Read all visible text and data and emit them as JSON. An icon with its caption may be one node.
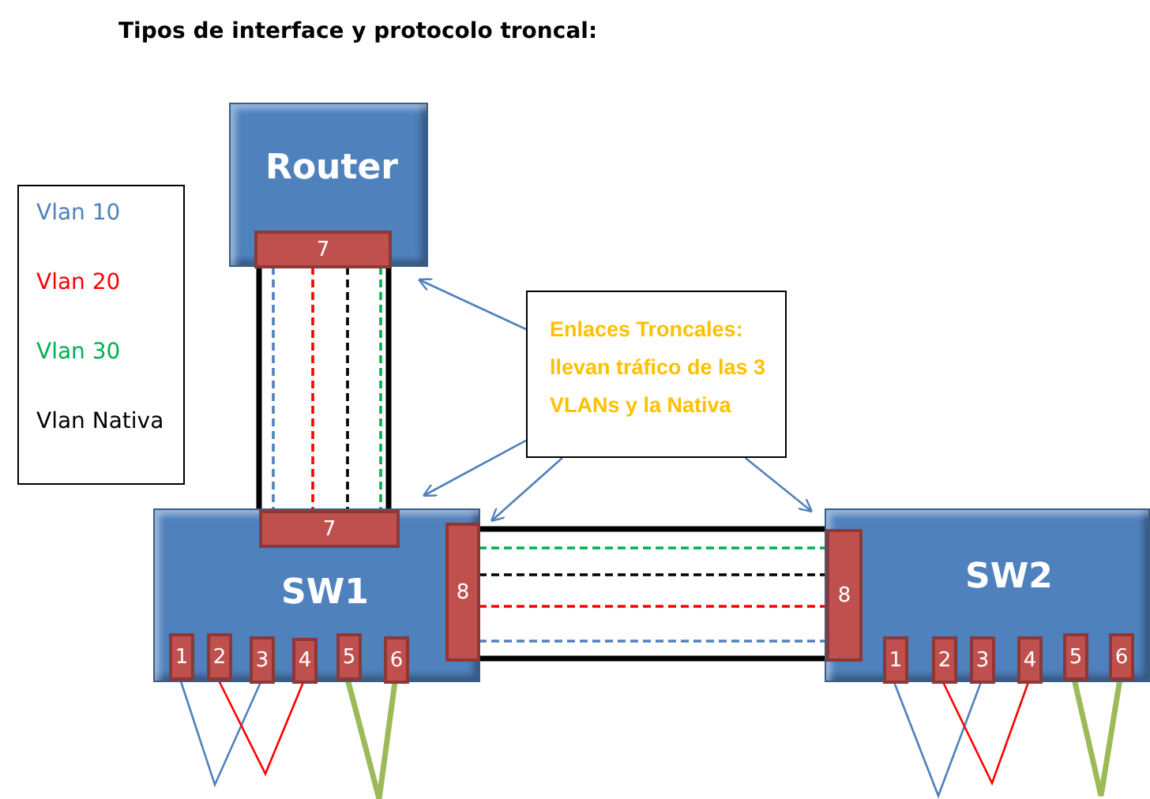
{
  "diagram": {
    "title": "Tipos de interface y protocolo troncal:",
    "nodes": [
      {
        "text": [
          "Router"
        ]
      },
      {
        "text": [
          "7"
        ],
        "in": 0
      },
      {
        "text": [
          "SW1"
        ]
      },
      {
        "text": [
          "7"
        ],
        "in": 2
      },
      {
        "text": [
          "8"
        ],
        "in": 2
      },
      {
        "text": [
          "1"
        ],
        "in": 2
      },
      {
        "text": [
          "2"
        ],
        "in": 2
      },
      {
        "text": [
          "3"
        ],
        "in": 2
      },
      {
        "text": [
          "4"
        ],
        "in": 2
      },
      {
        "text": [
          "5"
        ],
        "in": 2
      },
      {
        "text": [
          "6"
        ],
        "in": 2
      },
      {
        "text": [
          "SW2"
        ]
      },
      {
        "text": [
          "8"
        ],
        "in": 11
      },
      {
        "text": [
          "1"
        ],
        "in": 11
      },
      {
        "text": [
          "2"
        ],
        "in": 11
      },
      {
        "text": [
          "3"
        ],
        "in": 11
      },
      {
        "text": [
          "4"
        ],
        "in": 11
      },
      {
        "text": [
          "5"
        ],
        "in": 11
      },
      {
        "text": [
          "6"
        ],
        "in": 11
      },
      {
        "text": [
          "Enlaces Troncales: llevan tráfico de las 3 VLANs y la Nativa"
        ]
      }
    ],
    "edges": [
      {
        "from": 1,
        "to": 3,
        "arrow": "none",
        "style": "thick",
        "color": "#000000"
      },
      {
        "from": 1,
        "to": 3,
        "arrow": "none",
        "style": "dashed",
        "color": "#4f81bd"
      },
      {
        "from": 1,
        "to": 3,
        "arrow": "none",
        "style": "dashed",
        "color": "#ff0000"
      },
      {
        "from": 1,
        "to": 3,
        "arrow": "none",
        "style": "dashed",
        "color": "#000000"
      },
      {
        "from": 1,
        "to": 3,
        "arrow": "none",
        "style": "dashed",
        "color": "#00b050"
      },
      {
        "from": 4,
        "to": 12,
        "arrow": "none",
        "style": "thick",
        "color": "#000000"
      },
      {
        "from": 4,
        "to": 12,
        "arrow": "none",
        "style": "dashed",
        "color": "#00b050"
      },
      {
        "from": 4,
        "to": 12,
        "arrow": "none",
        "style": "dashed",
        "color": "#000000"
      },
      {
        "from": 4,
        "to": 12,
        "arrow": "none",
        "style": "dashed",
        "color": "#ff0000"
      },
      {
        "from": 4,
        "to": 12,
        "arrow": "none",
        "style": "dashed",
        "color": "#4f81bd"
      },
      {
        "from": 19,
        "to": 0,
        "arrow": "to",
        "color": "#4f81bd"
      },
      {
        "from": 19,
        "to": 2,
        "arrow": "to",
        "color": "#4f81bd"
      },
      {
        "from": 19,
        "to": 4,
        "arrow": "to",
        "color": "#4f81bd"
      },
      {
        "from": 19,
        "to": 11,
        "arrow": "to",
        "color": "#4f81bd"
      },
      {
        "from": 5,
        "to": 7,
        "arrow": "none",
        "color": "#4f81bd"
      },
      {
        "from": 6,
        "to": 8,
        "arrow": "none",
        "color": "#ff0000"
      },
      {
        "from": 9,
        "to": 10,
        "arrow": "none",
        "style": "thick",
        "color": "#9bbb59"
      },
      {
        "from": 13,
        "to": 15,
        "arrow": "none",
        "color": "#4f81bd"
      },
      {
        "from": 14,
        "to": 16,
        "arrow": "none",
        "color": "#ff0000"
      },
      {
        "from": 17,
        "to": 18,
        "arrow": "none",
        "style": "thick",
        "color": "#9bbb59"
      }
    ],
    "legend": [
      {
        "text": "Vlan 10",
        "color": "#4f81bd"
      },
      {
        "text": "Vlan 20",
        "color": "#ff0000"
      },
      {
        "text": "Vlan 30",
        "color": "#00b050"
      },
      {
        "text": "Vlan Nativa",
        "color": "#000000"
      }
    ]
  }
}
